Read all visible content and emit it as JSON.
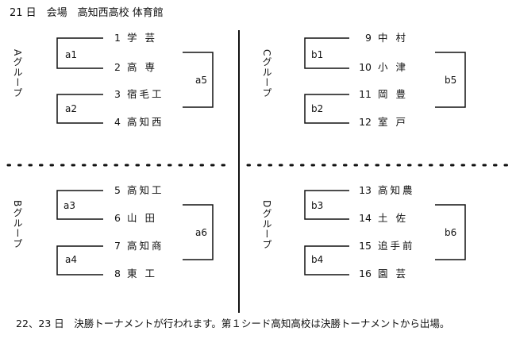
{
  "header": {
    "text": "21 日　会場　高知西高校 体育館"
  },
  "footer": {
    "text": "22、23 日　決勝トーナメントが行われます。第１シード高知高校は決勝トーナメントから出場。"
  },
  "groups": [
    {
      "label": "Aグループ",
      "match_labels": [
        "a1",
        "a2",
        "a5"
      ],
      "teams": [
        {
          "num": "1",
          "name": "学 芸"
        },
        {
          "num": "2",
          "name": "高 専"
        },
        {
          "num": "3",
          "name": "宿毛工"
        },
        {
          "num": "4",
          "name": "高知西"
        }
      ]
    },
    {
      "label": "Cグループ",
      "match_labels": [
        "b1",
        "b2",
        "b5"
      ],
      "teams": [
        {
          "num": "9",
          "name": "中 村"
        },
        {
          "num": "10",
          "name": "小 津"
        },
        {
          "num": "11",
          "name": "岡 豊"
        },
        {
          "num": "12",
          "name": "室 戸"
        }
      ]
    },
    {
      "label": "Bグループ",
      "match_labels": [
        "a3",
        "a4",
        "a6"
      ],
      "teams": [
        {
          "num": "5",
          "name": "高知工"
        },
        {
          "num": "6",
          "name": "山 田"
        },
        {
          "num": "7",
          "name": "高知商"
        },
        {
          "num": "8",
          "name": "東 工"
        }
      ]
    },
    {
      "label": "Dグループ",
      "match_labels": [
        "b3",
        "b4",
        "b6"
      ],
      "teams": [
        {
          "num": "13",
          "name": "高知農"
        },
        {
          "num": "14",
          "name": "土 佐"
        },
        {
          "num": "15",
          "name": "追手前"
        },
        {
          "num": "16",
          "name": "園 芸"
        }
      ]
    }
  ]
}
